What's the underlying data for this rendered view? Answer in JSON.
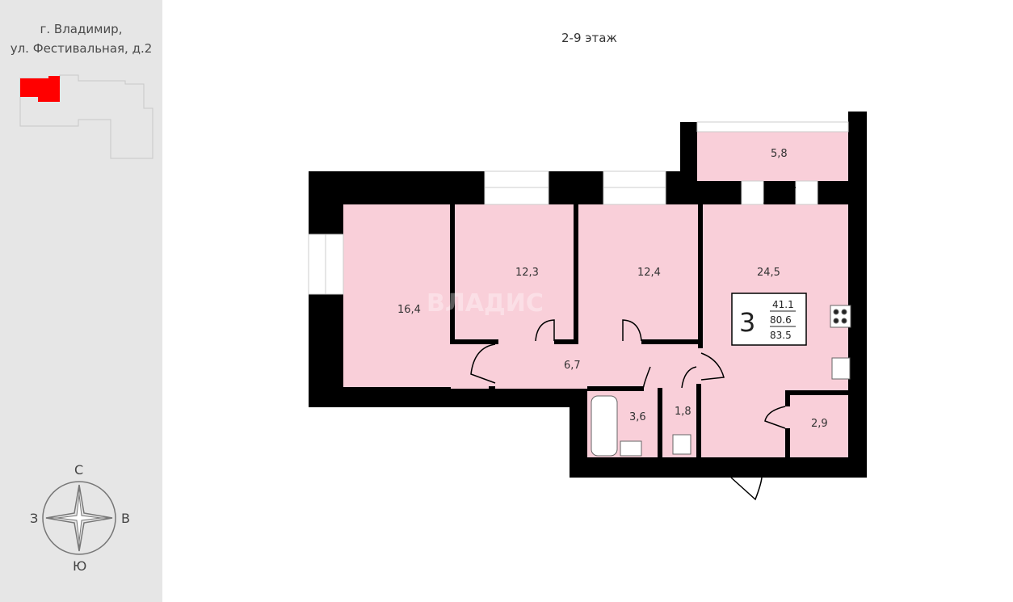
{
  "address": {
    "line1": "г. Владимир,",
    "line2": "ул. Фестивальная, д.2"
  },
  "floor": "2-9 этаж",
  "rooms": {
    "living_1": "16,4",
    "bedroom_1": "12,3",
    "bedroom_2": "12,4",
    "kitchen_living": "24,5",
    "balcony": "5,8",
    "hall": "6,7",
    "bathroom": "3,6",
    "toilet": "1,8",
    "storage": "2,9"
  },
  "summary": {
    "rooms_count": "3",
    "living_area": "41.1",
    "total_area": "80.6",
    "total_with_balcony": "83.5"
  },
  "compass": {
    "north": "С",
    "south": "Ю",
    "west": "З",
    "east": "В"
  },
  "watermark": "ВЛАДИС",
  "colors": {
    "room_fill": "#f9cfd9",
    "wall": "#000000",
    "sidebar_bg": "#e6e6e6",
    "highlight": "#ff0000"
  }
}
